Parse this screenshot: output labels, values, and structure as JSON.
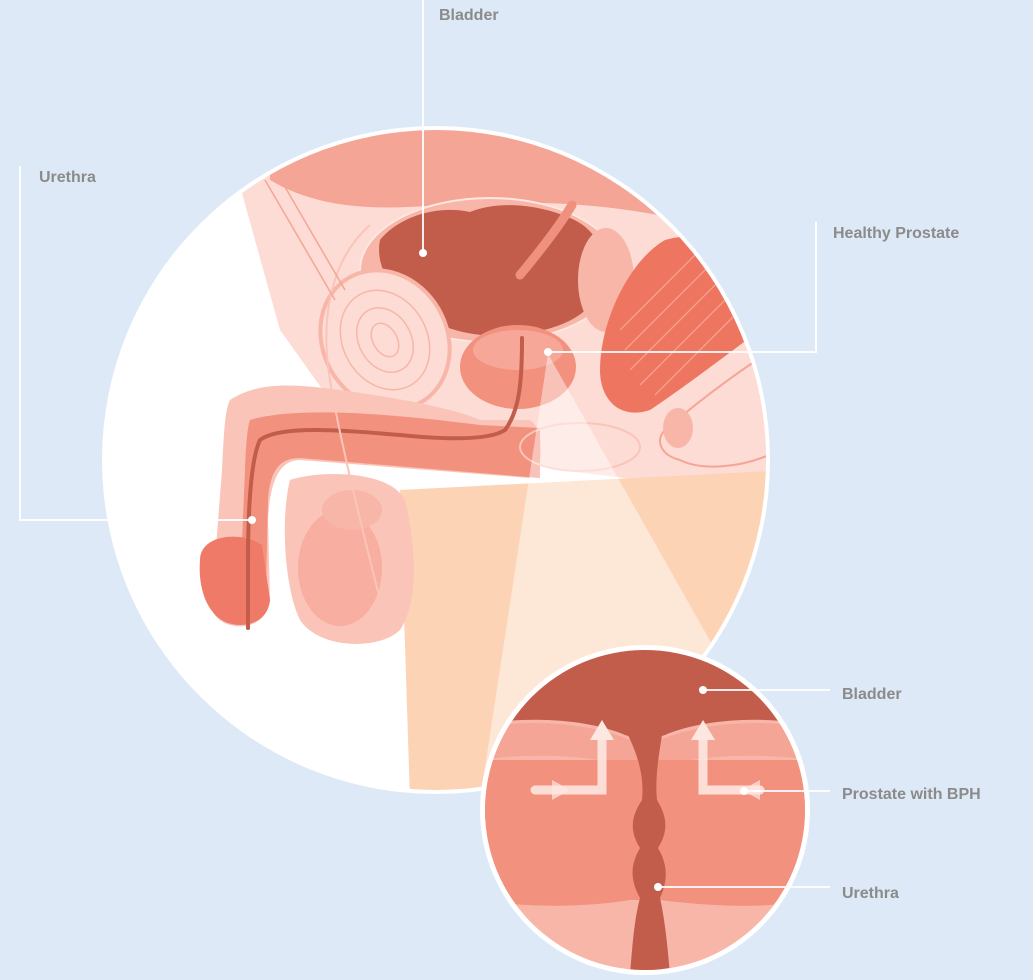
{
  "labels": {
    "bladder_top": "Bladder",
    "urethra_left": "Urethra",
    "healthy_prostate": "Healthy Prostate",
    "bladder_inset": "Bladder",
    "prostate_bph": "Prostate with BPH",
    "urethra_inset": "Urethra"
  },
  "colors": {
    "background": "#dde9f6",
    "label_text": "#8b8b8b",
    "bladder": "#c25d4c",
    "prostate": "#f3917f",
    "skin_light": "#fcdcd4",
    "thigh": "#fcd3b5",
    "tissue_pink": "#f5a596"
  }
}
